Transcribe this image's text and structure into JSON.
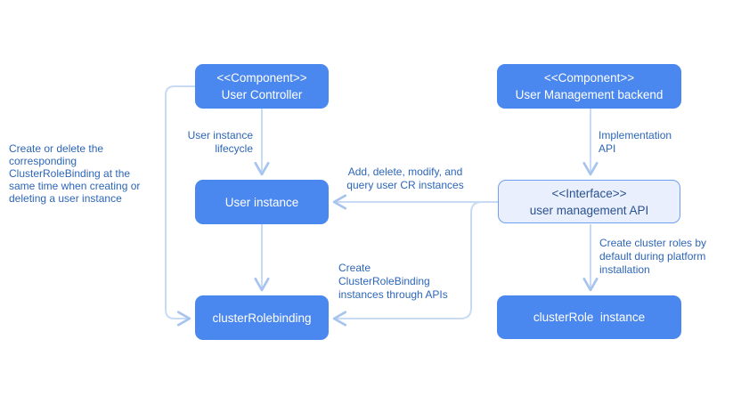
{
  "diagram": {
    "kind": "uml-component-diagram",
    "colors": {
      "node_fill": "#4a87ee",
      "node_text": "#ffffff",
      "interface_fill": "#e9effc",
      "interface_border": "#6f9ff2",
      "interface_text": "#2a5291",
      "label_text": "#2d66b8",
      "line": "#c8dbf5",
      "arrowhead": "#a6c4ee"
    },
    "nodes": {
      "user_controller": {
        "stereotype": "<<Component>>",
        "name": "User Controller"
      },
      "user_management_backend": {
        "stereotype": "<<Component>>",
        "name": "User Management backend"
      },
      "user_instance": {
        "name": "User instance"
      },
      "user_management_api": {
        "stereotype": "<<Interface>>",
        "name": "user management API"
      },
      "cluster_rolebinding": {
        "name": "clusterRolebinding"
      },
      "cluster_role_instance": {
        "name": "clusterRole  instance"
      }
    },
    "labels": {
      "annotation": "Create or delete the\ncorresponding\nClusterRoleBinding at the\nsame time when creating or\ndeleting a user instance",
      "user_instance_lifecycle": "User instance\nlifecycle",
      "implementation_api": "Implementation\nAPI",
      "add_delete_modify": "Add, delete, modify, and\nquery user CR instances",
      "create_crb_instances": "Create\nClusterRoleBinding\ninstances through APIs",
      "create_cluster_roles": "Create cluster roles by\ndefault during platform\ninstallation"
    },
    "edges": [
      {
        "from": "User Controller",
        "to": "User instance",
        "label": "User instance lifecycle"
      },
      {
        "from": "User instance",
        "to": "clusterRolebinding",
        "label": ""
      },
      {
        "from": "User Controller",
        "to": "clusterRolebinding",
        "label": ""
      },
      {
        "from": "User Management backend",
        "to": "user management API",
        "label": "Implementation API"
      },
      {
        "from": "user management API",
        "to": "User instance",
        "label": "Add, delete, modify, and query user CR instances"
      },
      {
        "from": "user management API",
        "to": "clusterRolebinding",
        "label": "Create ClusterRoleBinding instances through APIs"
      },
      {
        "from": "user management API",
        "to": "clusterRole  instance",
        "label": "Create cluster roles by default during platform installation"
      }
    ]
  }
}
